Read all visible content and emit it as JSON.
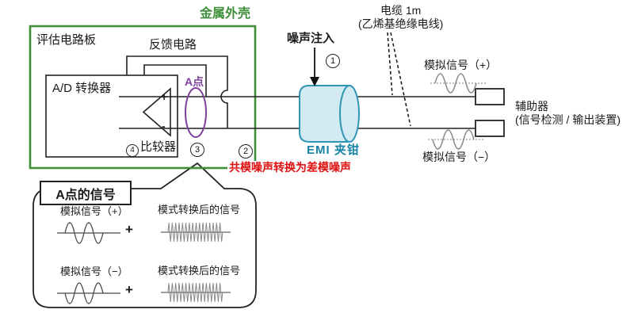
{
  "colors": {
    "enclosure_green": "#3e8e3a",
    "point_a_purple": "#7e3f9d",
    "warning_red": "#e01010",
    "emi_label_teal": "#1583a6",
    "clamp_fill": "#d3eaf3",
    "clamp_stroke": "#2e96b4"
  },
  "enclosure": {
    "label": "金属外壳"
  },
  "board": {
    "label": "评估电路板"
  },
  "feedback": {
    "label": "反馈电路"
  },
  "adc": {
    "label": "A/D 转换器",
    "plus": "+",
    "minus": "-"
  },
  "comparator": {
    "num": "4",
    "label": "比较器"
  },
  "point_a": {
    "label": "A点"
  },
  "steps": {
    "one": "1",
    "two": "2",
    "three": "3"
  },
  "noise_injection": {
    "label": "噪声注入"
  },
  "emi_clamp": {
    "label": "EMI 夹钳"
  },
  "warning": {
    "label": "共模噪声转换为差模噪声"
  },
  "cable": {
    "line1": "电缆 1m",
    "line2": "(乙烯基绝缘电线)"
  },
  "signals": {
    "plus": "模拟信号（+）",
    "minus": "模拟信号（−）"
  },
  "aux": {
    "line1": "辅助器",
    "line2": "(信号检测 / 输出装置)"
  },
  "bubble": {
    "title": "A点的信号",
    "rows": [
      {
        "signal": "模拟信号（+）",
        "operator": "+",
        "converted": "模式转换后的信号"
      },
      {
        "signal": "模拟信号（−）",
        "operator": "+",
        "converted": "模式转换后的信号"
      }
    ]
  }
}
